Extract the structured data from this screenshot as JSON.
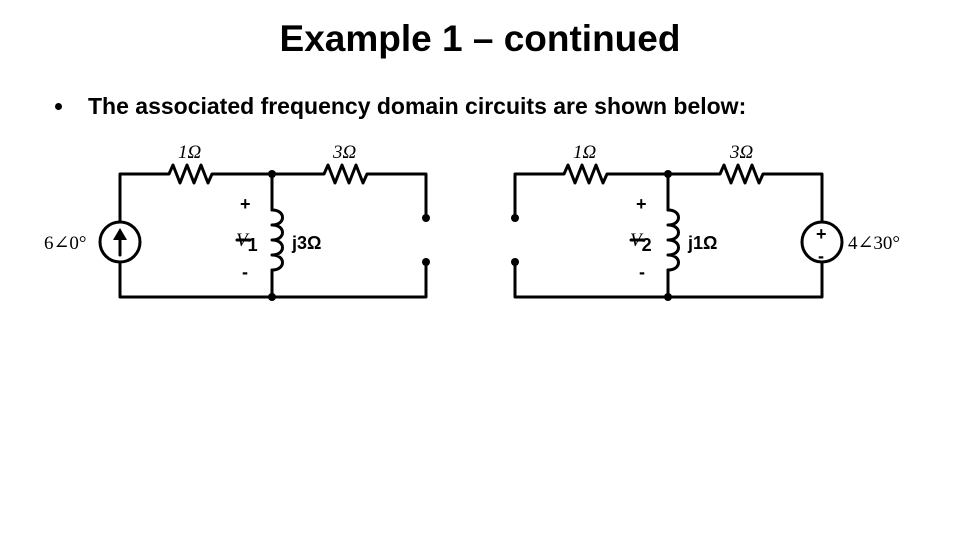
{
  "slide": {
    "title": "Example 1 – continued",
    "bullet": "The associated frequency domain circuits are shown below:"
  },
  "circuit_1": {
    "r_left": "1Ω",
    "r_right": "3Ω",
    "current_source": "6∠0°",
    "inductor": "j3Ω",
    "voltage_label": "V",
    "voltage_subscript": "1",
    "plus_sign": "+",
    "minus_sign": "-"
  },
  "circuit_2": {
    "r_left": "1Ω",
    "r_right": "3Ω",
    "voltage_source": "4∠30°",
    "inductor": "j1Ω",
    "voltage_label": "V",
    "voltage_subscript": "2",
    "plus_sign": "+",
    "minus_sign": "-",
    "source_plus": "+",
    "source_minus": "-"
  }
}
